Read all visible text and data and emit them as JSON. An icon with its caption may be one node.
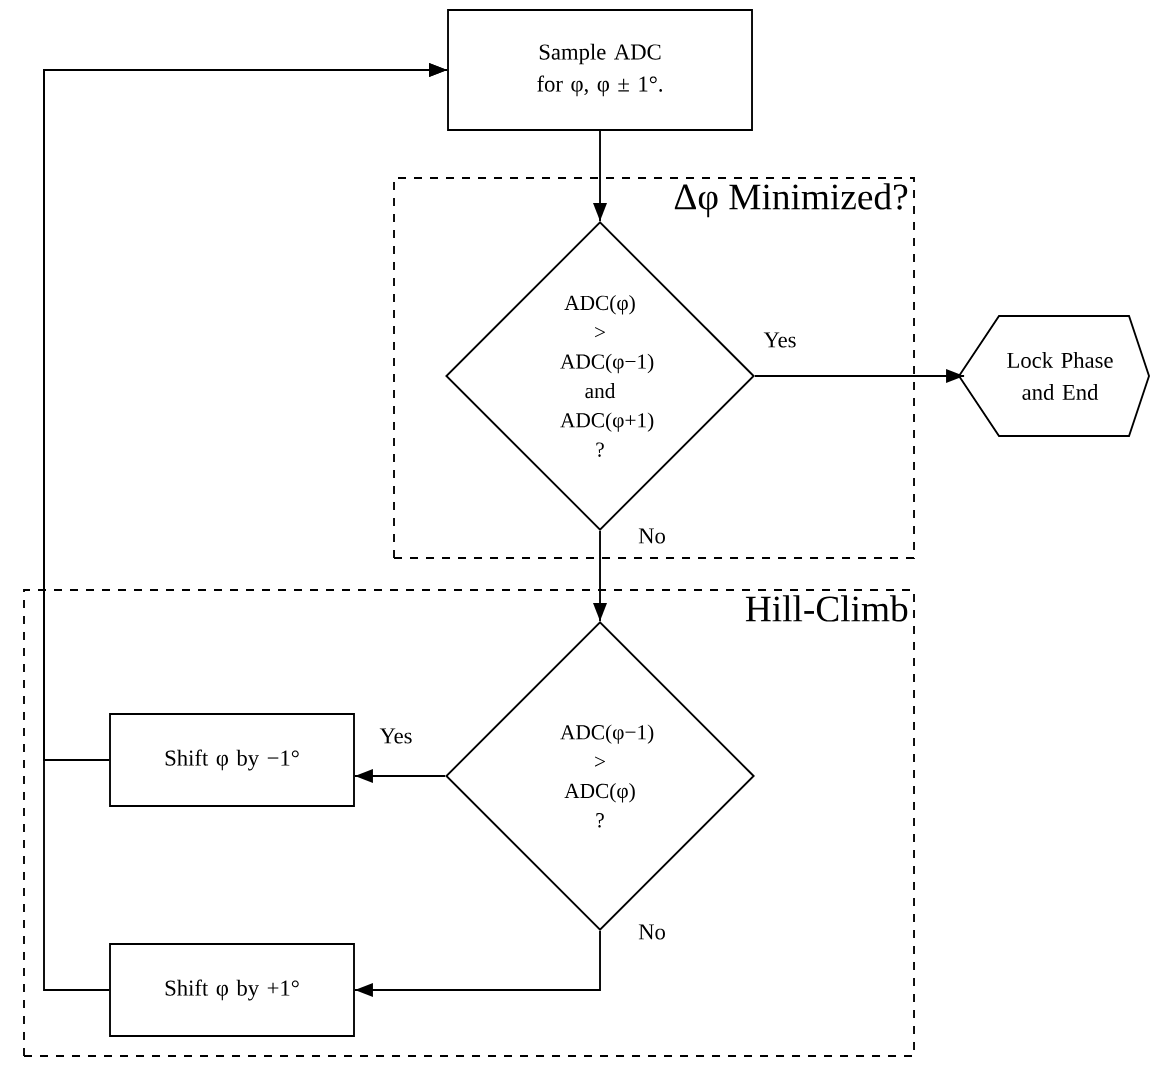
{
  "diagram": {
    "nodes": [
      {
        "text": [
          "Sample ADC for φ, φ ± 1°."
        ]
      },
      {
        "text": [
          "Δφ Minimized?"
        ]
      },
      {
        "text": [
          "ADC(φ) > ADC(φ−1) and ADC(φ+1) ?"
        ],
        "in": 1
      },
      {
        "text": [
          "Lock Phase and End"
        ]
      },
      {
        "text": [
          "Hill-Climb"
        ]
      },
      {
        "text": [
          "ADC(φ−1) > ADC(φ) ?"
        ],
        "in": 4
      },
      {
        "text": [
          "Shift φ by −1°"
        ],
        "in": 4
      },
      {
        "text": [
          "Shift φ by +1°"
        ],
        "in": 4
      }
    ],
    "edges": [
      {
        "from": 0,
        "to": 2,
        "arrow": "to"
      },
      {
        "from": 2,
        "to": 3,
        "arrow": "to",
        "label": "Yes"
      },
      {
        "from": 2,
        "to": 5,
        "arrow": "to",
        "label": "No"
      },
      {
        "from": 5,
        "to": 6,
        "arrow": "to",
        "label": "Yes"
      },
      {
        "from": 5,
        "to": 7,
        "arrow": "to",
        "label": "No"
      },
      {
        "from": 6,
        "to": 0,
        "arrow": "to"
      },
      {
        "from": 7,
        "to": 0,
        "arrow": "to"
      }
    ]
  }
}
